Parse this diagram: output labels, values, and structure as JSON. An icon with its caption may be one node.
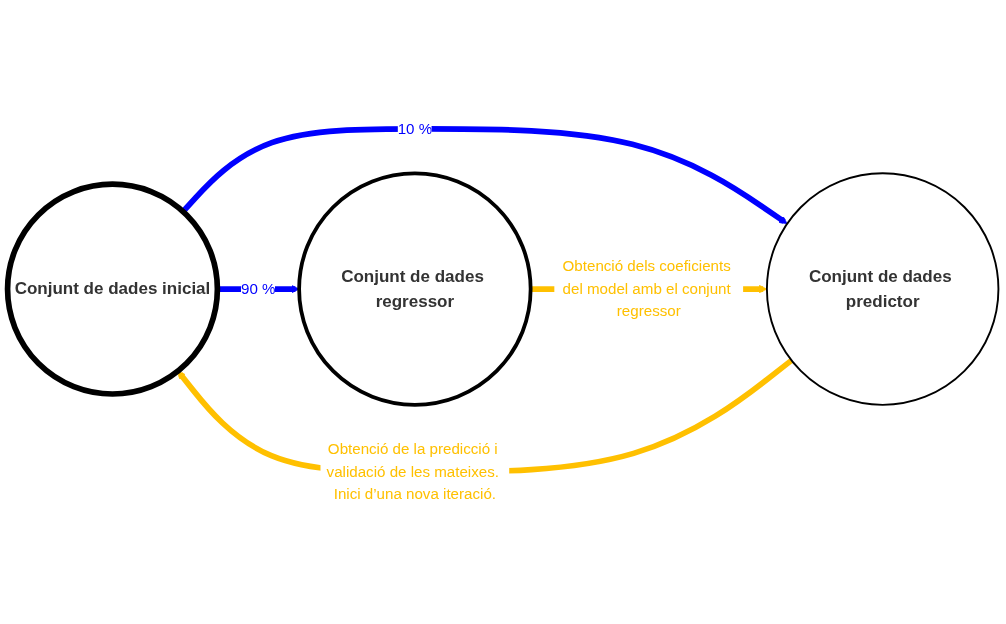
{
  "diagram": {
    "nodes": [
      {
        "text": [
          "Conjunt de dades inicial"
        ]
      },
      {
        "text": [
          "Conjunt de dades regressor"
        ]
      },
      {
        "text": [
          "Conjunt de dades predictor"
        ]
      }
    ],
    "edges": [
      {
        "from": 0,
        "to": 1,
        "arrow": "to",
        "label": "90 %",
        "color": "#0000ff"
      },
      {
        "from": 0,
        "to": 2,
        "arrow": "to",
        "label": "10 %",
        "color": "#0000ff"
      },
      {
        "from": 1,
        "to": 2,
        "arrow": "to",
        "label": "Obtenció dels coeficients del model amb el conjunt regressor",
        "color": "#ffc000"
      },
      {
        "from": 2,
        "to": 0,
        "arrow": "to",
        "label": "Obtenció de la predicció i validació de les mateixes. Inici d’una nova iteració.",
        "color": "#ffc000"
      }
    ]
  }
}
